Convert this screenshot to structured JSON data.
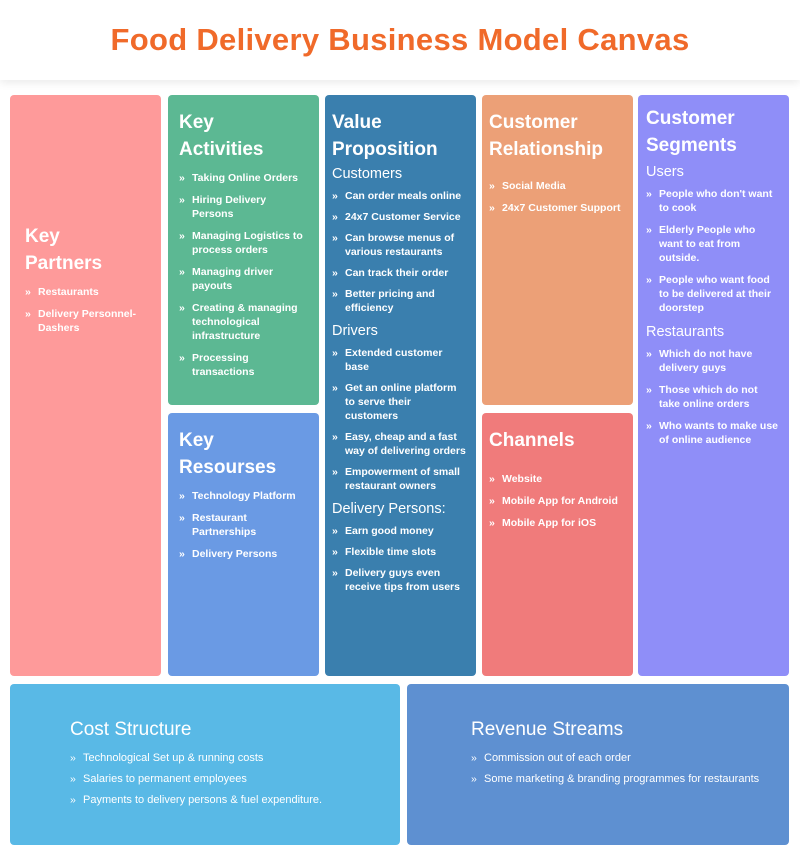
{
  "title": "Food Delivery Business Model Canvas",
  "colors": {
    "title": "#f06a2a",
    "key_partners": "#fe9a9a",
    "key_activities": "#5cb893",
    "key_resources": "#6a9ae4",
    "value_proposition": "#3a7fae",
    "customer_relationship": "#eca077",
    "channels": "#f07b7b",
    "customer_segments": "#8f8ef8",
    "cost_structure": "#59b9e6",
    "revenue_streams": "#5e90d1"
  },
  "bullet_icon": "double-chevron-right",
  "key_partners": {
    "title": "Key Partners",
    "items": [
      "Restaurants",
      "Delivery Personnel-Dashers"
    ]
  },
  "key_activities": {
    "title": "Key Activities",
    "items": [
      "Taking Online Orders",
      "Hiring Delivery Persons",
      "Managing Logistics to process orders",
      "Managing driver payouts",
      "Creating & managing technological infrastructure",
      "Processing transactions"
    ]
  },
  "key_resources": {
    "title": "Key Resourses",
    "items": [
      "Technology Platform",
      "Restaurant Partnerships",
      "Delivery Persons"
    ]
  },
  "value_proposition": {
    "title": "Value Proposition",
    "sections": [
      {
        "heading": "Customers",
        "items": [
          "Can order meals online",
          "24x7 Customer Service",
          "Can browse menus of various restaurants",
          "Can track their order",
          "Better pricing and efficiency"
        ]
      },
      {
        "heading": "Drivers",
        "items": [
          "Extended customer base",
          "Get an online platform to serve their customers",
          "Easy, cheap and a fast way of delivering orders",
          "Empowerment of small restaurant owners"
        ]
      },
      {
        "heading": "Delivery Persons:",
        "items": [
          "Earn good money",
          "Flexible time slots",
          "Delivery guys even receive tips from users"
        ]
      }
    ]
  },
  "customer_relationship": {
    "title": "Customer Relationship",
    "items": [
      "Social Media",
      "24x7 Customer Support"
    ]
  },
  "channels": {
    "title": "Channels",
    "items": [
      "Website",
      "Mobile App for Android",
      "Mobile App for iOS"
    ]
  },
  "customer_segments": {
    "title": "Customer Segments",
    "sections": [
      {
        "heading": "Users",
        "items": [
          "People who don't want to cook",
          "Elderly People who want to eat from outside.",
          "People who want food to be delivered at their doorstep"
        ]
      },
      {
        "heading": "Restaurants",
        "items": [
          "Which do not have delivery guys",
          "Those which do not take online orders",
          "Who wants to make use of online audience"
        ]
      }
    ]
  },
  "cost_structure": {
    "title": "Cost Structure",
    "items": [
      "Technological Set up & running costs",
      "Salaries to permanent employees",
      "Payments to delivery persons & fuel expenditure."
    ]
  },
  "revenue_streams": {
    "title": "Revenue Streams",
    "items": [
      "Commission out of each order",
      "Some marketing & branding programmes for restaurants"
    ]
  }
}
